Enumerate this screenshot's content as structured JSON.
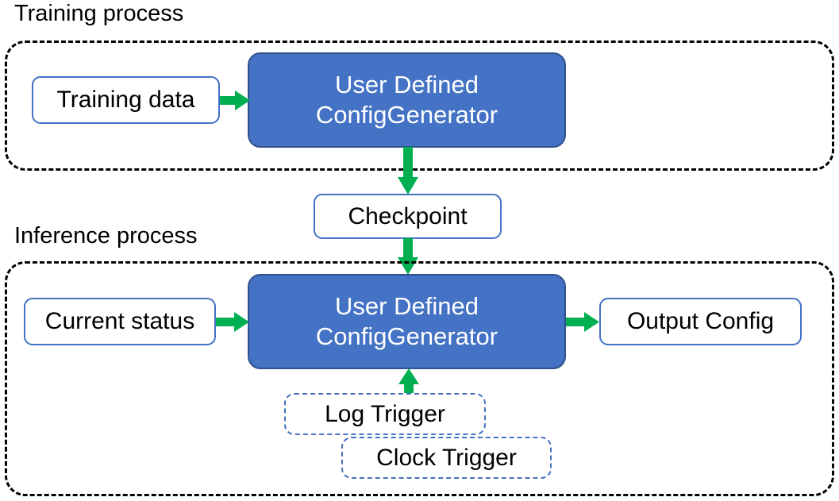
{
  "diagram": {
    "title_training": "Training process",
    "title_inference": "Inference process",
    "accent_blue": "#4472C4",
    "accent_blue_dark": "#2F528F",
    "arrow_green": "#00B050",
    "container_border": "#000000"
  },
  "training": {
    "label": "Training process",
    "input_box": "Training data",
    "process_line1": "User Defined",
    "process_line2": "ConfigGenerator"
  },
  "checkpoint": {
    "label": "Checkpoint"
  },
  "inference": {
    "label": "Inference process",
    "input_box": "Current status",
    "process_line1": "User Defined",
    "process_line2": "ConfigGenerator",
    "output_box": "Output Config",
    "trigger_log": "Log Trigger",
    "trigger_clock": "Clock Trigger"
  },
  "arrows": [
    {
      "name": "training-data-to-generator",
      "direction": "right"
    },
    {
      "name": "training-generator-to-checkpoint",
      "direction": "down"
    },
    {
      "name": "checkpoint-to-inference-generator",
      "direction": "down"
    },
    {
      "name": "current-status-to-generator",
      "direction": "right"
    },
    {
      "name": "generator-to-output-config",
      "direction": "right"
    },
    {
      "name": "log-trigger-to-generator",
      "direction": "up"
    }
  ]
}
